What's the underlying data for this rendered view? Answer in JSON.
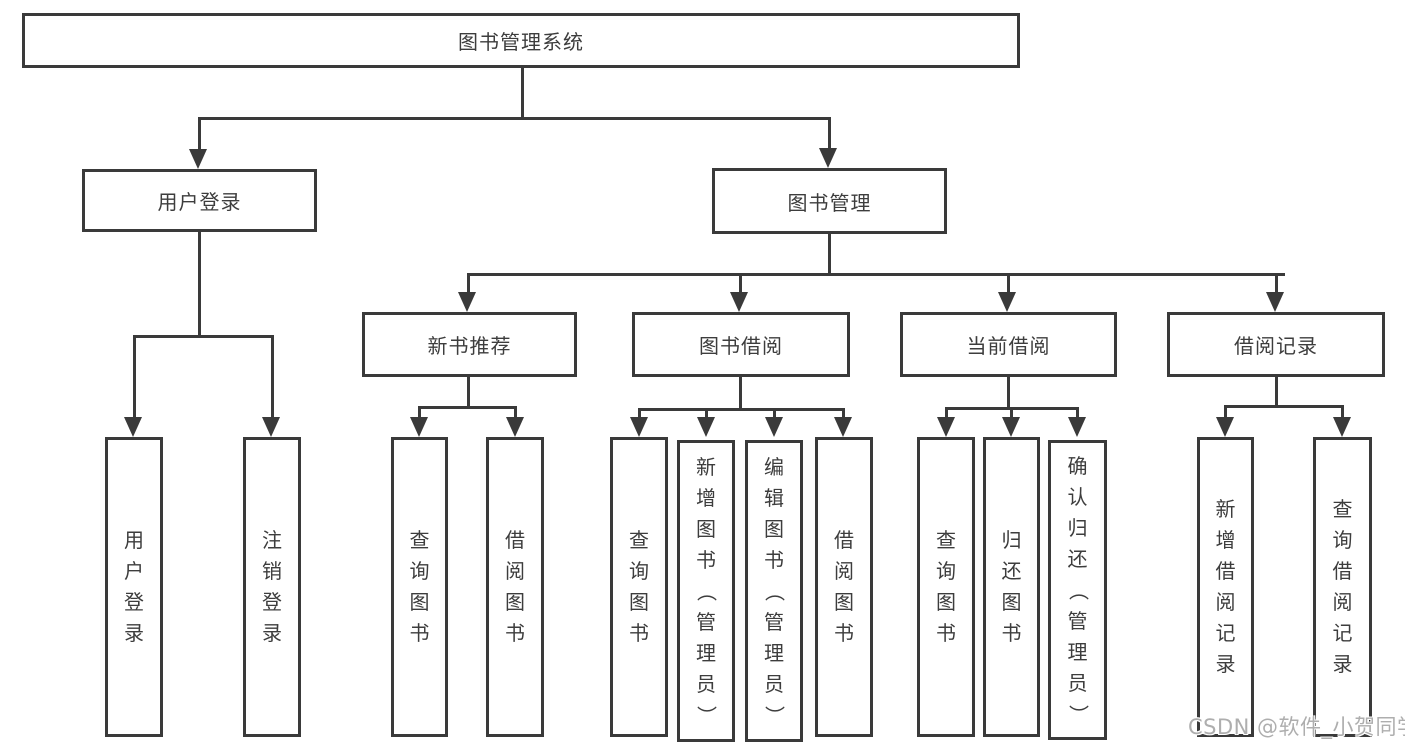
{
  "tree": {
    "label": "图书管理系统",
    "children": [
      {
        "label": "用户登录",
        "children": [
          {
            "label": "用户登录"
          },
          {
            "label": "注销登录"
          }
        ]
      },
      {
        "label": "图书管理",
        "children": [
          {
            "label": "新书推荐",
            "children": [
              {
                "label": "查询图书"
              },
              {
                "label": "借阅图书"
              }
            ]
          },
          {
            "label": "图书借阅",
            "children": [
              {
                "label": "查询图书"
              },
              {
                "label": "新增图书（管理员）"
              },
              {
                "label": "编辑图书（管理员）"
              },
              {
                "label": "借阅图书"
              }
            ]
          },
          {
            "label": "当前借阅",
            "children": [
              {
                "label": "查询图书"
              },
              {
                "label": "归还图书"
              },
              {
                "label": "确认归还（管理员）"
              }
            ]
          },
          {
            "label": "借阅记录",
            "children": [
              {
                "label": "新增借阅记录"
              },
              {
                "label": "查询借阅记录"
              }
            ]
          }
        ]
      }
    ]
  },
  "watermark": {
    "text": "CSDN @软件_小贺同学"
  },
  "colors": {
    "line": "#3a3a3a",
    "box_border": "#3a3a3a",
    "text": "#3d3d3d",
    "background": "#ffffff",
    "watermark": "#aeaeae"
  }
}
